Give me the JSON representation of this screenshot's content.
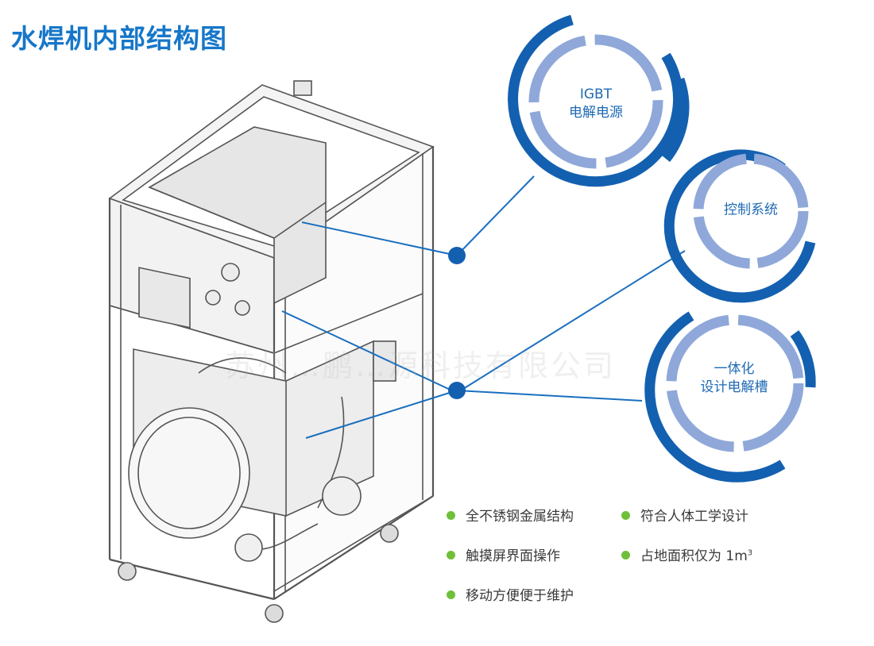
{
  "title": "水焊机内部结构图",
  "watermark": "苏州…鹏…源科技有限公司",
  "colors": {
    "accent": "#1677c9",
    "ring_dark": "#1460b0",
    "ring_light": "#8fa8d9",
    "bullet": "#6fbf3a",
    "text": "#3a3a3a"
  },
  "components": [
    {
      "line1": "IGBT",
      "line2": "电解电源"
    },
    {
      "line1": "控制系统",
      "line2": ""
    },
    {
      "line1": "一体化",
      "line2": "设计电解槽"
    }
  ],
  "features": {
    "f1": "全不锈钢金属结构",
    "f2": "符合人体工学设计",
    "f3": "触摸屏界面操作",
    "f4": "占地面积仅为 1m",
    "f4_sup": "3",
    "f5": "移动方便便于维护"
  }
}
